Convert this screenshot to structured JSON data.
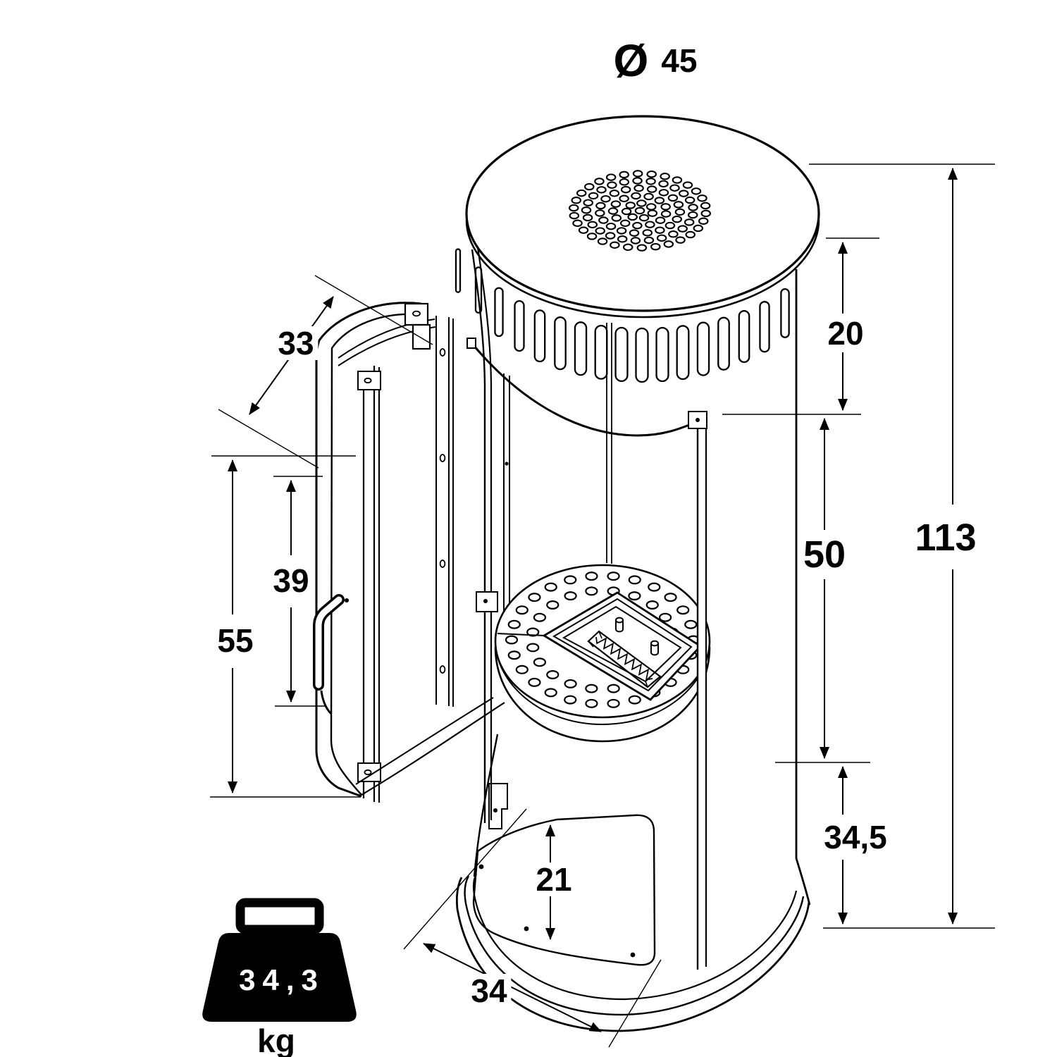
{
  "page": {
    "background": "#ffffff",
    "line_color": "#000000"
  },
  "diagram": {
    "type": "technical-dimension-drawing",
    "subject": "cylindrical stove (bio-ethanol fireplace) with open glass door",
    "diameter": {
      "symbol": "Ø",
      "value": "45"
    },
    "dimensions": {
      "door_chord": "33",
      "glass_height": "39",
      "door_height": "55",
      "top_section_height": "20",
      "chamber_height": "50",
      "total_height": "113",
      "base_section_height": "34,5",
      "panel_height": "21",
      "base_front_width": "34"
    },
    "weight": {
      "value": "34,3",
      "unit": "kg"
    }
  }
}
